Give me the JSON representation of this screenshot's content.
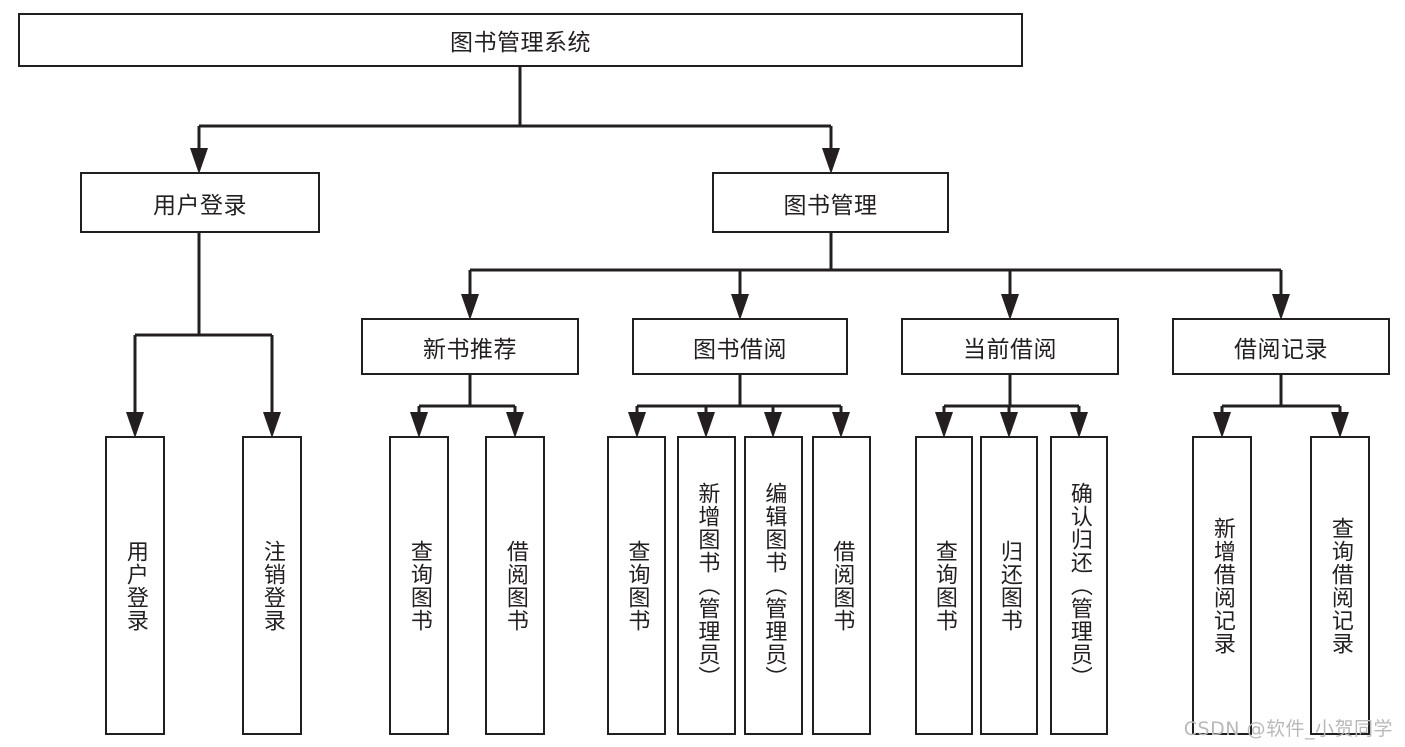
{
  "diagram": {
    "type": "tree-hierarchy",
    "title": "图书管理系统",
    "colors": {
      "line": "#231f20",
      "box_border": "#231f20",
      "box_fill": "#ffffff",
      "text": "#231f20",
      "watermark": "#b9b9b9"
    },
    "root": {
      "label": "图书管理系统"
    },
    "level1": [
      {
        "label": "用户登录"
      },
      {
        "label": "图书管理"
      }
    ],
    "level2": [
      {
        "label": "新书推荐"
      },
      {
        "label": "图书借阅"
      },
      {
        "label": "当前借阅"
      },
      {
        "label": "借阅记录"
      }
    ],
    "leaves": {
      "user_login": [
        {
          "label": "用户登录"
        },
        {
          "label": "注销登录"
        }
      ],
      "new_book_recommend": [
        {
          "label": "查询图书"
        },
        {
          "label": "借阅图书"
        }
      ],
      "book_borrow": [
        {
          "label": "查询图书"
        },
        {
          "label": "新增图书（管理员）"
        },
        {
          "label": "编辑图书（管理员）"
        },
        {
          "label": "借阅图书"
        }
      ],
      "current_borrow": [
        {
          "label": "查询图书"
        },
        {
          "label": "归还图书"
        },
        {
          "label": "确认归还（管理员）"
        }
      ],
      "borrow_record": [
        {
          "label": "新增借阅记录"
        },
        {
          "label": "查询借阅记录"
        }
      ]
    }
  },
  "watermark": {
    "text": "CSDN @软件_小贺同学"
  }
}
